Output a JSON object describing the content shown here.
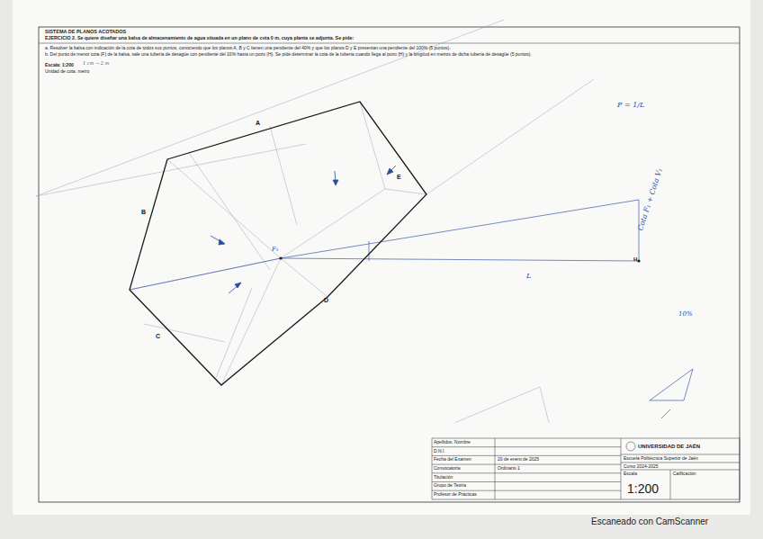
{
  "diagram": {
    "labels": [
      "SISTEMA DE PLANOS ACOTADOS",
      "EJERCICIO 2. Se quiere diseñar una balsa de almacenamiento de agua situada en un plano de cota 0 m, cuya planta se adjunta. Se pide:",
      "a. Resolver la balsa con indicación de la cota de todos sus puntos, conociendo que los planos A, B y C tienen una pendiente del 40% y que los planos D y E presentan una pendiente del 100% (5 puntos).",
      "b. Del punto de menor cota (F) de la balsa, sale una tubería de desagüe con pendiente del 10% hasta un pozo (H). Se pide determinar la cota de la tubería cuando llega al pozo (H) y la longitud en metros de dicha tubería de desagüe (5 puntos).",
      "Escala: 1:200",
      "Unidad de cota: metro",
      "1 cm → 2 m",
      "A",
      "B",
      "C",
      "D",
      "E",
      "H",
      "F₁",
      "Cota F₁ + Cota V₁",
      "L",
      "P = 1/L",
      "10%",
      "Apellidos, Nombre",
      "D.N.I.",
      "Fecha del Examen",
      "20 de enero de 2025",
      "Convocatoria",
      "Ordinario 1",
      "Titulación",
      "Grupo de Teoría",
      "Profesor de Prácticas",
      "UNIVERSIDAD DE JAÉN",
      "Escuela Politécnica Superior de Jaén",
      "Curso 2024-2025",
      "Escala",
      "Calificación",
      "1:200",
      "Escaneado con CamScanner"
    ]
  }
}
